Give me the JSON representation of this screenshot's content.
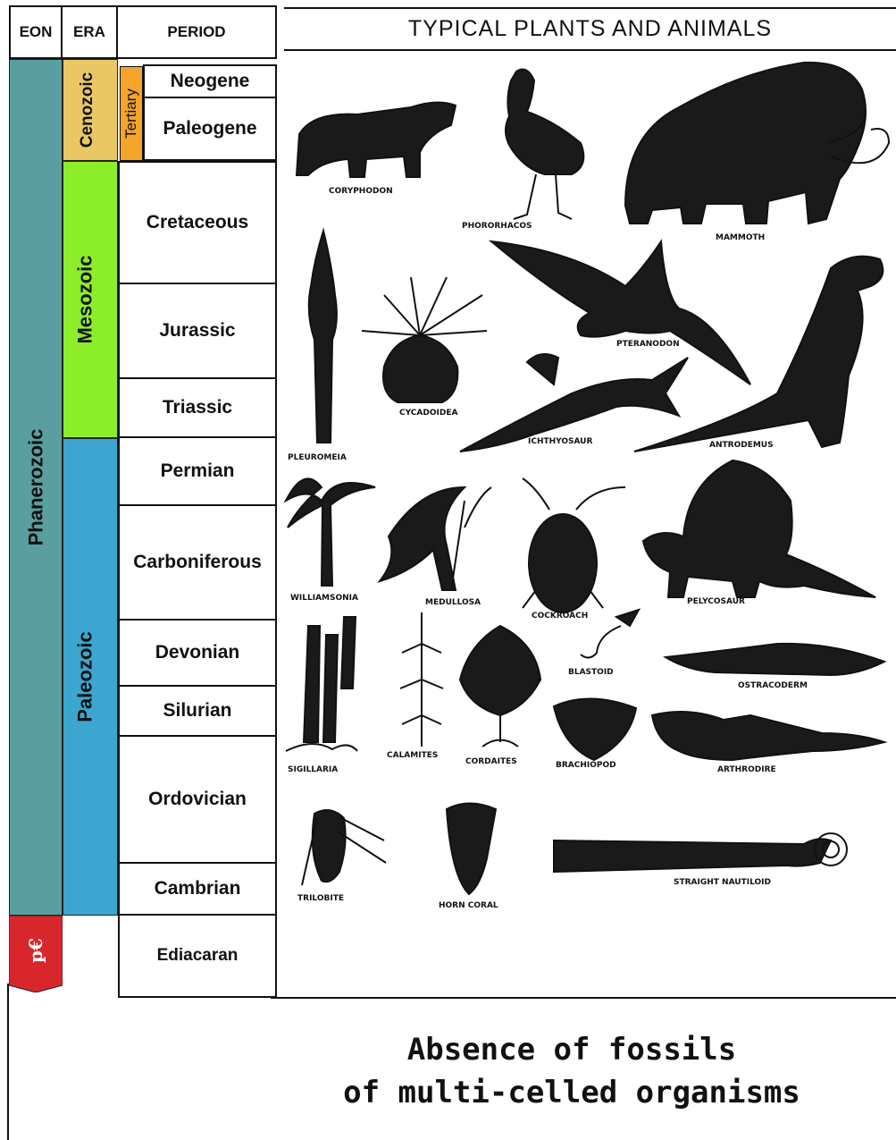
{
  "headers": {
    "eon": "EON",
    "era": "ERA",
    "period": "PERIOD",
    "panel_title": "TYPICAL PLANTS AND ANIMALS"
  },
  "eons": {
    "phanerozoic": "Phanerozoic",
    "precambrian": "p€"
  },
  "eras": {
    "cenozoic": "Cenozoic",
    "mesozoic": "Mesozoic",
    "paleozoic": "Paleozoic",
    "tertiary": "Tertiary"
  },
  "periods": [
    "Neogene",
    "Paleogene",
    "Cretaceous",
    "Jurassic",
    "Triassic",
    "Permian",
    "Carboniferous",
    "Devonian",
    "Silurian",
    "Ordovician",
    "Cambrian",
    "Ediacaran"
  ],
  "organisms": {
    "coryphodon": "CORYPHODON",
    "phororhacos": "PHORORHACOS",
    "mammoth": "MAMMOTH",
    "pleuromeia": "PLEUROMEIA",
    "cycadoidea": "CYCADOIDEA",
    "pteranodon": "PTERANODON",
    "ichthyosaur": "ICHTHYOSAUR",
    "antrodemus": "ANTRODEMUS",
    "williamsonia": "WILLIAMSONIA",
    "medullosa": "MEDULLOSA",
    "cockroach": "COCKROACH",
    "pelycosaur": "PELYCOSAUR",
    "sigillaria": "SIGILLARIA",
    "calamites": "CALAMITES",
    "cordaites": "CORDAITES",
    "blastoid": "BLASTOID",
    "brachiopod": "BRACHIOPOD",
    "ostracoderm": "OSTRACODERM",
    "arthrodire": "ARTHRODIRE",
    "trilobite": "TRILOBITE",
    "horn_coral": "HORN CORAL",
    "straight_nautiloid": "STRAIGHT NAUTILOID"
  },
  "caption": {
    "line1": "Absence of fossils",
    "line2": "of multi-celled organisms"
  },
  "colors": {
    "phanerozoic": "#5a9ea0",
    "precambrian": "#d8262c",
    "cenozoic": "#e9c765",
    "tertiary": "#f5a42c",
    "mesozoic": "#8cee2a",
    "paleozoic": "#3ca6d0"
  }
}
